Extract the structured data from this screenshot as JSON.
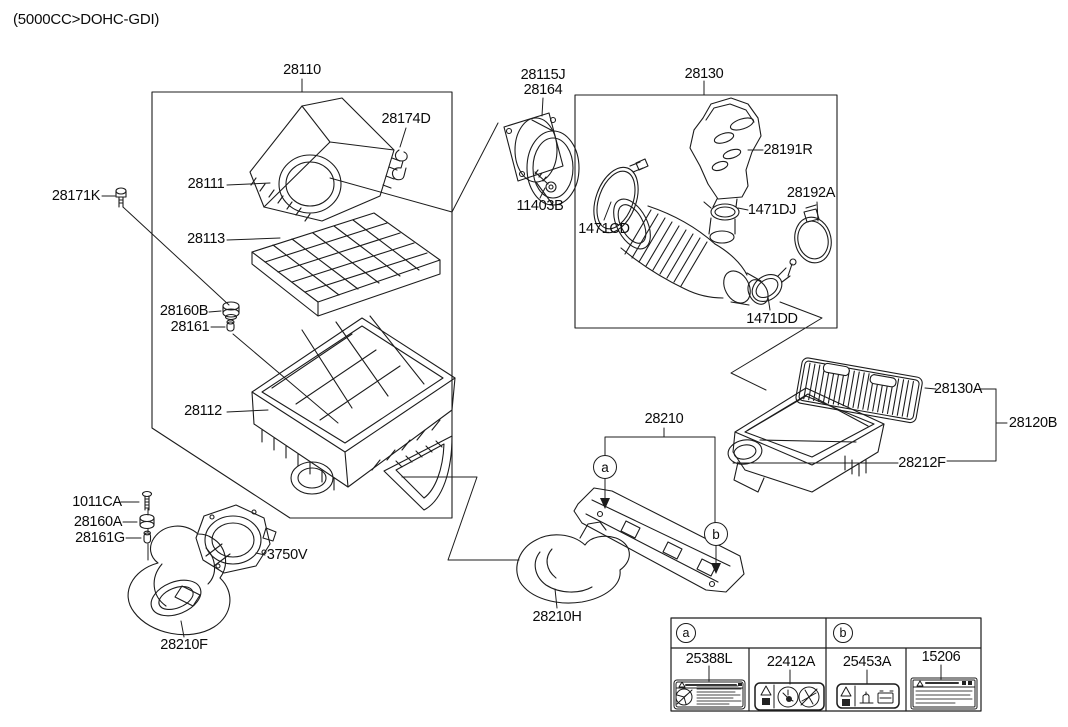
{
  "engine_variant_title": "(5000CC>DOHC-GDI)",
  "labels": {
    "p28110": "28110",
    "p28174D": "28174D",
    "p28171K": "28171K",
    "p28111": "28111",
    "p28113": "28113",
    "p28160B": "28160B",
    "p28161": "28161",
    "p28112": "28112",
    "p28115J": "28115J",
    "p28164": "28164",
    "p11403B": "11403B",
    "p28130": "28130",
    "p28191R": "28191R",
    "p28192A": "28192A",
    "p1471DJ": "1471DJ",
    "p1471CD": "1471CD",
    "p1471DD": "1471DD",
    "p28130A": "28130A",
    "p28120B": "28120B",
    "p28212F": "28212F",
    "p28210": "28210",
    "p28210H": "28210H",
    "p28210F": "28210F",
    "p3750V": "3750V",
    "p1011CA": "1011CA",
    "p28160A": "28160A",
    "p28161G": "28161G"
  },
  "markers": {
    "a": "a",
    "b": "b"
  },
  "table": {
    "header_a": "a",
    "header_b": "b",
    "cells": [
      {
        "part": "25388L",
        "icon": "fan-warning-label"
      },
      {
        "part": "22412A",
        "icon": "fan-hand-caution-label"
      },
      {
        "part": "25453A",
        "icon": "coolant-caution-label"
      },
      {
        "part": "15206",
        "icon": "coolant-level-caution-label"
      }
    ]
  }
}
